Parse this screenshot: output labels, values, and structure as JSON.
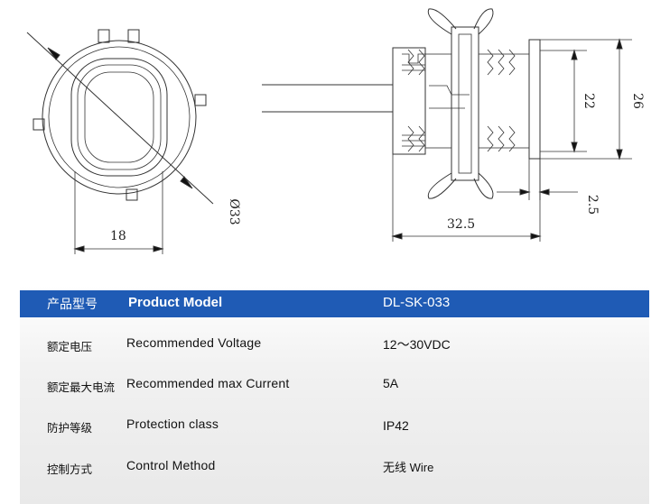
{
  "drawing": {
    "dimensions": {
      "width_18": "18",
      "diameter_33": "Ø33",
      "height_22": "22",
      "height_26": "26",
      "thickness_2_5": "2.5",
      "length_32_5": "32.5"
    }
  },
  "spec_table": {
    "header": {
      "cn": "产品型号",
      "en": "Product Model",
      "value": "DL-SK-033"
    },
    "rows": [
      {
        "cn": "额定电压",
        "en": "Recommended  Voltage",
        "value": "12～30VDC"
      },
      {
        "cn": "额定最大电流",
        "en": "Recommended  max  Current",
        "value": "5A"
      },
      {
        "cn": "防护等级",
        "en": "Protection class",
        "value": "IP42"
      },
      {
        "cn": "控制方式",
        "en": "Control  Method",
        "value": "无线   Wire"
      }
    ]
  },
  "colors": {
    "header_bg": "#1f5bb5",
    "line": "#333333"
  }
}
